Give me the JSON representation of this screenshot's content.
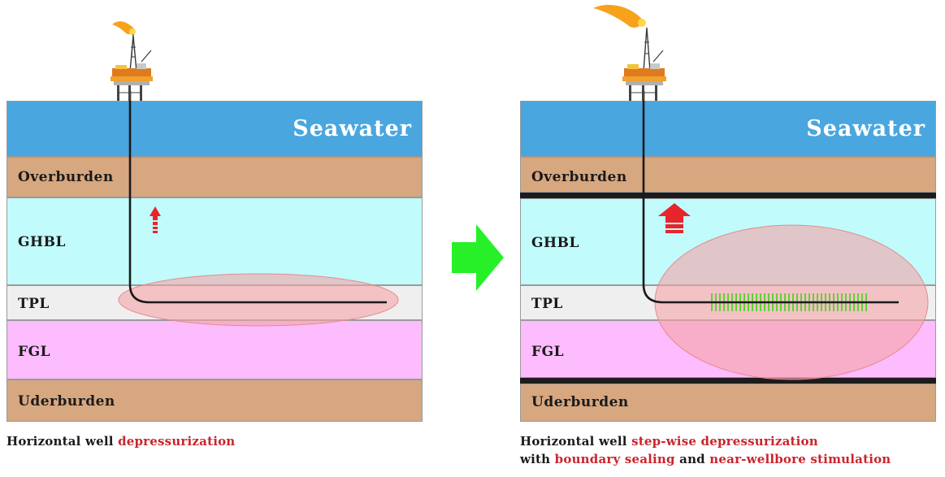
{
  "layers": {
    "seawater": "Seawater",
    "overburden": "Overburden",
    "ghbl": "GHBL",
    "tpl": "TPL",
    "fgl": "FGL",
    "underburden": "Uderburden"
  },
  "colors": {
    "seawater": "#4aa6df",
    "overburden": "#d7a77f",
    "ghbl": "#c1fbfc",
    "tpl": "#efefef",
    "fgl": "#fcbcfd",
    "underburden": "#d7a77f",
    "dissociation_zone": "#f5a3a6",
    "arrow_red": "#e8252b",
    "arrow_green": "#28f028",
    "stimulation": "#5fd13a",
    "seal": "#1c1c1c",
    "caption_highlight": "#c8252c"
  },
  "captions": {
    "left": {
      "prefix": "Horizontal well ",
      "highlight": "depressurization"
    },
    "right": {
      "line1_prefix": "Horizontal well ",
      "line1_highlight": "step-wise depressurization",
      "line2_prefix": "with ",
      "line2_highlight1": "boundary sealing",
      "line2_middle": " and ",
      "line2_highlight2": "near-wellbore stimulation"
    }
  },
  "icons": {
    "platform": "offshore-platform-icon",
    "flare": "flare-icon",
    "gas_flow_arrow": "red-up-arrow-icon",
    "transition_arrow": "green-right-arrow-icon"
  }
}
